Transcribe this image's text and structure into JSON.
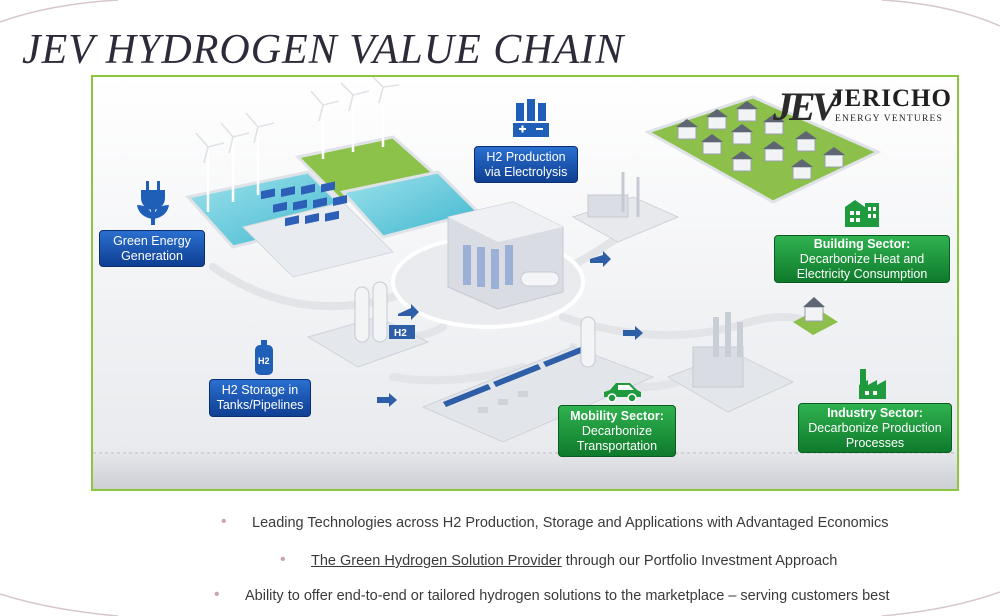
{
  "slide": {
    "title": "JEV HYDROGEN VALUE CHAIN"
  },
  "logo": {
    "mark": "JEV",
    "name": "JERICHO",
    "sub": "ENERGY VENTURES"
  },
  "diagram": {
    "labels": {
      "green_energy": {
        "line1": "Green Energy",
        "line2": "Generation"
      },
      "h2_production": {
        "line1": "H2 Production",
        "line2": "via Electrolysis"
      },
      "building": {
        "heading": "Building Sector:",
        "line1": "Decarbonize Heat and",
        "line2": "Electricity Consumption"
      },
      "h2_storage": {
        "line1": "H2 Storage in",
        "line2": "Tanks/Pipelines"
      },
      "mobility": {
        "heading": "Mobility Sector:",
        "line1": "Decarbonize",
        "line2": "Transportation"
      },
      "industry": {
        "heading": "Industry Sector:",
        "line1": "Decarbonize Production",
        "line2": "Processes"
      }
    },
    "storage_sign": "H2",
    "icons": [
      "plug-leaf-icon",
      "electrolysis-icon",
      "building-icon",
      "h2-cylinder-icon",
      "car-icon",
      "factory-icon"
    ],
    "colors": {
      "blue_label": "#1a55b5",
      "green_label": "#1f9a3e",
      "frame": "#8cc63f"
    }
  },
  "bullets": [
    {
      "text": "Leading Technologies across H2 Production, Storage and Applications with Advantaged Economics"
    },
    {
      "link": "The Green Hydrogen Solution Provider",
      "rest": " through our Portfolio Investment Approach"
    },
    {
      "text": "Ability to offer end-to-end or tailored hydrogen solutions to the marketplace – serving customers best"
    }
  ]
}
